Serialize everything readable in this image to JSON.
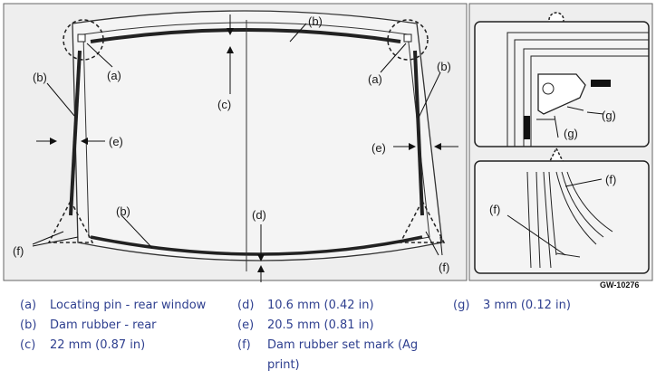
{
  "figure": {
    "labels": {
      "a": "(a)",
      "b": "(b)",
      "c": "(c)",
      "d": "(d)",
      "e": "(e)",
      "f": "(f)",
      "g": "(g)"
    },
    "reference": "GW-10276"
  },
  "legend": [
    {
      "key": "(a)",
      "text": "Locating pin - rear window"
    },
    {
      "key": "(b)",
      "text": "Dam rubber - rear"
    },
    {
      "key": "(c)",
      "text": "22 mm (0.87 in)"
    },
    {
      "key": "(d)",
      "text": "10.6 mm (0.42 in)"
    },
    {
      "key": "(e)",
      "text": "20.5 mm (0.81 in)"
    },
    {
      "key": "(f)",
      "text": "Dam rubber set mark (Ag print)"
    },
    {
      "key": "(g)",
      "text": "3 mm (0.12 in)"
    }
  ]
}
